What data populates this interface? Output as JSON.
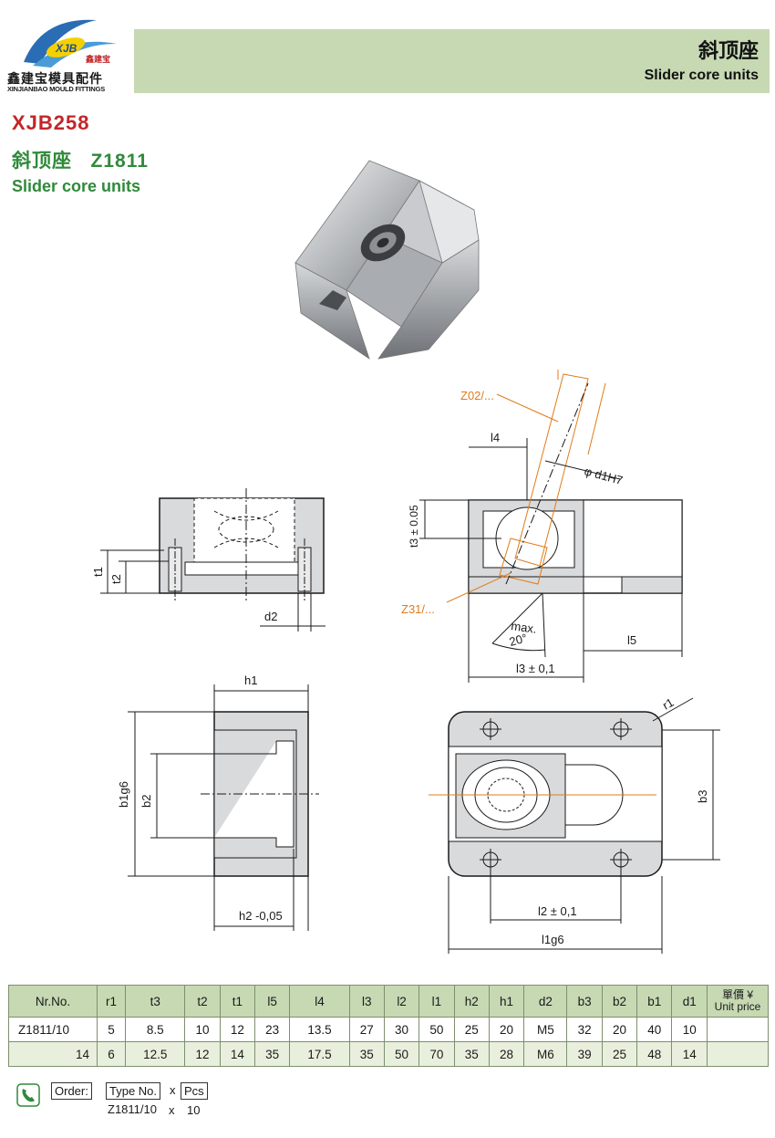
{
  "brand": {
    "logo_text": "XJB",
    "logo_small": "鑫建宝",
    "name_cn": "鑫建宝模具配件",
    "name_en": "XINJIANBAO MOULD FITTINGS"
  },
  "header": {
    "title_cn": "斜顶座",
    "title_en": "Slider core units"
  },
  "product": {
    "code": "XJB258",
    "title_cn": "斜顶座   Z1811",
    "title_en": "Slider core units"
  },
  "drawing": {
    "labels": {
      "z02": "Z02/...",
      "z31": "Z31/...",
      "l4": "l4",
      "d1": "φ d1H7",
      "t3": "t3 ± 0.05",
      "t1": "t1",
      "t2": "t2",
      "d2": "d2",
      "max": "max.",
      "angle": "20°",
      "l5": "l5",
      "l3": "l3 ± 0,1",
      "h1": "h1",
      "b1": "b1g6",
      "b2": "b2",
      "h2": "h2 -0,05",
      "r1": "r1",
      "b3": "b3",
      "l2": "l2 ± 0,1",
      "l1": "l1g6"
    },
    "colors": {
      "orange": "#e07b1a",
      "part_fill": "#d9dadc",
      "line": "#1a1a1a"
    }
  },
  "table": {
    "headers": [
      "Nr.No.",
      "r1",
      "t3",
      "t2",
      "t1",
      "l5",
      "l4",
      "l3",
      "l2",
      "l1",
      "h2",
      "h1",
      "d2",
      "b3",
      "b2",
      "b1",
      "d1"
    ],
    "price_header_cn": "單價 ¥",
    "price_header_en": "Unit price",
    "rows": [
      [
        "Z1811/10",
        "5",
        "8.5",
        "10",
        "12",
        "23",
        "13.5",
        "27",
        "30",
        "50",
        "25",
        "20",
        "M5",
        "32",
        "20",
        "40",
        "10",
        ""
      ],
      [
        "14",
        "6",
        "12.5",
        "12",
        "14",
        "35",
        "17.5",
        "35",
        "50",
        "70",
        "35",
        "28",
        "M6",
        "39",
        "25",
        "48",
        "14",
        ""
      ]
    ]
  },
  "order": {
    "label": "Order:",
    "type_label": "Type No.",
    "x": "x",
    "pcs_label": "Pcs",
    "example_type": "Z1811/10",
    "example_qty": "10"
  }
}
